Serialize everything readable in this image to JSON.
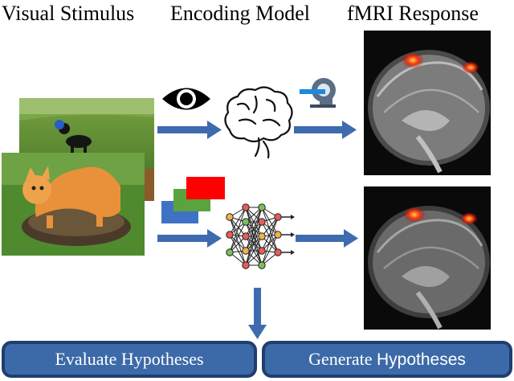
{
  "headings": {
    "visual_stimulus": "Visual Stimulus",
    "encoding_model": "Encoding Model",
    "fmri_response": "fMRI Response"
  },
  "buttons": {
    "evaluate": "Evaluate Hypotheses",
    "generate_prefix": "Generate ",
    "generate_suffix": "Hypotheses"
  },
  "colors": {
    "arrow": "#3e6bb0",
    "button_fill": "#3c6aa8",
    "button_border": "#1f3e6e",
    "activation": "#ff2a10",
    "card_red": "#ff0000",
    "card_green": "#5aa33f",
    "card_blue": "#3f72c4"
  },
  "icons": [
    "eye-icon",
    "mri-scanner-icon",
    "brain-icon",
    "neural-network-icon",
    "feature-cards-icon"
  ]
}
